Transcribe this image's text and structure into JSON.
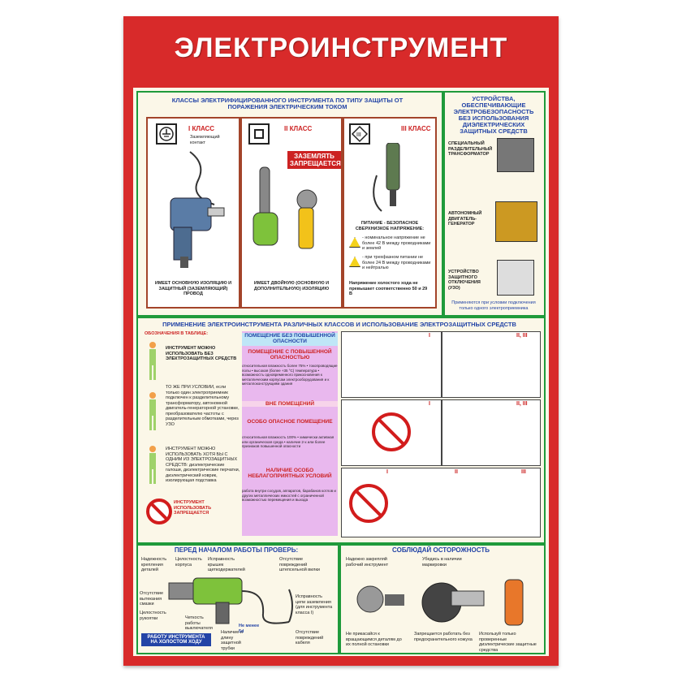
{
  "poster": {
    "title": "ЭЛЕКТРОИНСТРУМЕНТ",
    "colors": {
      "frame_red": "#d82a2a",
      "panel_bg": "#fbf7e8",
      "green_border": "#1f9a3b",
      "blue_text": "#2344a6",
      "card_brown": "#a3442a"
    }
  },
  "classes": {
    "header": "КЛАССЫ ЭЛЕКТРИФИЦИРОВАННОГО ИНСТРУМЕНТА ПО ТИПУ ЗАЩИТЫ ОТ ПОРАЖЕНИЯ ЭЛЕКТРИЧЕСКИМ ТОКОМ",
    "class1": {
      "label": "I КЛАСС",
      "contact_note": "Заземляющий контакт",
      "caption": "ИМЕЕТ ОСНОВНУЮ ИЗОЛЯЦИЮ И ЗАЩИТНЫЙ (ЗАЗЕМЛЯЮЩИЙ) ПРОВОД"
    },
    "class2": {
      "label": "II КЛАСС",
      "sign_line1": "ЗАЗЕМЛЯТЬ",
      "sign_line2": "ЗАПРЕЩАЕТСЯ",
      "caption": "ИМЕЕТ ДВОЙНУЮ (ОСНОВНУЮ И ДОПОЛНИТЕЛЬНУЮ) ИЗОЛЯЦИЮ"
    },
    "class3": {
      "label": "III КЛАСС",
      "power_title": "ПИТАНИЕ - БЕЗОПАСНОЕ СВЕРХНИЗКОЕ НАПРЯЖЕНИЕ:",
      "note1": "- номинальное напряжение не более 42 В между проводниками и землей",
      "note2": "- при трехфазном питании не более 24 В между проводниками и нейтралью",
      "idle": "Напряжение холостого хода не превышает соответственно 50 и 29 В"
    }
  },
  "devices": {
    "header": "УСТРОЙСТВА, ОБЕСПЕЧИВАЮЩИЕ ЭЛЕКТРОБЕЗОПАСНОСТЬ БЕЗ ИСПОЛЬЗОВАНИЯ ДИЭЛЕКТРИЧЕСКИХ ЗАЩИТНЫХ СРЕДСТВ",
    "items": [
      {
        "label": "СПЕЦИАЛЬНЫЙ РАЗДЕЛИТЕЛЬНЫЙ ТРАНСФОРМАТОР"
      },
      {
        "label": "АВТОНОМНЫЙ ДВИГАТЕЛЬ-ГЕНЕРАТОР"
      },
      {
        "label": "УСТРОЙСТВО ЗАЩИТНОГО ОТКЛЮЧЕНИЯ (УЗО)"
      }
    ],
    "footer": "Применяются при условии подключения только одного электроприемника"
  },
  "usage": {
    "header": "ПРИМЕНЕНИЕ ЭЛЕКТРОИНСТРУМЕНТА РАЗЛИЧНЫХ КЛАССОВ И ИСПОЛЬЗОВАНИЕ ЭЛЕКТРОЗАЩИТНЫХ СРЕДСТВ",
    "legend_title": "ОБОЗНАЧЕНИЯ В ТАБЛИЦЕ:",
    "legend": [
      "ИНСТРУМЕНТ МОЖНО ИСПОЛЬЗОВАТЬ БЕЗ ЭЛЕКТРОЗАЩИТНЫХ СРЕДСТВ",
      "ТО ЖЕ ПРИ УСЛОВИИ, если только один электроприемник подключен к разделительному трансформатору, автономной двигатель-генераторной установке, преобразователю частоты с разделительным обмотками, через УЗО",
      "ИНСТРУМЕНТ МОЖНО ИСПОЛЬЗОВАТЬ ХОТЯ БЫ С ОДНИМ ИЗ ЭЛЕКТРОЗАЩИТНЫХ СРЕДСТВ: диэлектрические галоши, диэлектрические перчатки, диэлектрический коврик, изолирующая подставка",
      "ИНСТРУМЕНТ ИСПОЛЬЗОВАТЬ ЗАПРЕЩАЕТСЯ"
    ],
    "env1_title": "ПОМЕЩЕНИЕ БЕЗ ПОВЫШЕННОЙ ОПАСНОСТИ",
    "env2_title": "ПОМЕЩЕНИЕ С ПОВЫШЕННОЙ ОПАСНОСТЬЮ",
    "env2_text": "относительная влажность более 75% • токопроводящие полы • высокая (более +35 °С) температура • возможность одновременного прикосновения к металлическим корпусам электрооборудования и к металлоконструкциям здания",
    "env3_title": "ВНЕ ПОМЕЩЕНИЙ",
    "env4_title": "ОСОБО ОПАСНОЕ ПОМЕЩЕНИЕ",
    "env4_text": "относительная влажность 100% • химически активная или органическая среда • наличие 2-х или более признаков повышенной опасности",
    "env5_title": "НАЛИЧИЕ ОСОБО НЕБЛАГОПРИЯТНЫХ УСЛОВИЙ",
    "env5_text": "работа внутри сосудов, аппаратов, барабанов котлов и других металлических емкостей с ограниченной возможностью перемещения и выхода",
    "marks": [
      "I",
      "II, III",
      "I",
      "II, III",
      "I",
      "II",
      "III"
    ]
  },
  "check": {
    "header": "ПЕРЕД НАЧАЛОМ РАБОТЫ ПРОВЕРЬ:",
    "labels": [
      "Надежность крепления деталей",
      "Целостность корпуса",
      "Исправность крышек щеткодержателей",
      "Отсутствие повреждений штепсельной вилки",
      "Отсутствие вытекания смазки",
      "Целостность рукоятки",
      "Четкость работы выключателя",
      "Наличие и длину защитной трубки",
      "Отсутствие повреждений кабеля",
      "Исправность цепи заземления (для инструмента класса I)",
      "Не менее 5d"
    ],
    "button1": "РАБОТУ ИНСТРУМЕНТА",
    "button2": "НА ХОЛОСТОМ ХОДУ"
  },
  "caution": {
    "header": "СОБЛЮДАЙ ОСТОРОЖНОСТЬ",
    "items": [
      {
        "top": "Надежно закрепляй рабочий инструмент",
        "bottom": "Не прикасайся к вращающимся деталям до их полной остановки"
      },
      {
        "top": "Убедись в наличии маркировки",
        "bottom": "Запрещается работать без предохранительного кожуха"
      },
      {
        "top": "",
        "bottom": "Используй только проверенные диэлектрические защитные средства"
      }
    ]
  }
}
